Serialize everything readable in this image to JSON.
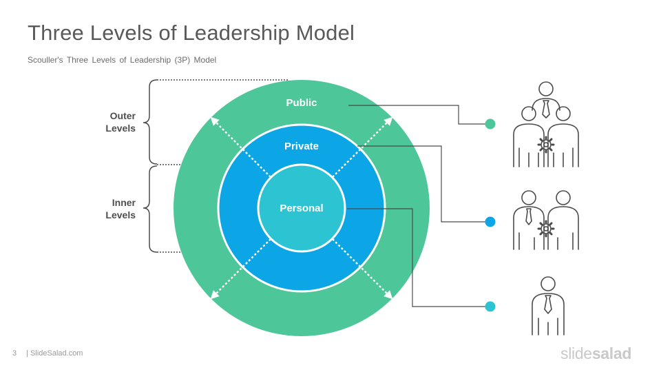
{
  "slide": {
    "title": "Three Levels of Leadership Model",
    "subtitle": "Scouller's Three Levels of Leadership (3P) Model",
    "page_number": "3",
    "footer_site": "| SlideSalad.com",
    "brand_light": "slide",
    "brand_bold": "salad"
  },
  "levels": {
    "outer_line1": "Outer",
    "outer_line2": "Levels",
    "inner_line1": "Inner",
    "inner_line2": "Levels"
  },
  "rings": {
    "public": "Public",
    "private": "Private",
    "personal": "Personal"
  },
  "icons": {
    "public": "team-group-gear-icon",
    "private": "two-people-gear-icon",
    "personal": "single-person-icon"
  },
  "colors": {
    "public": "#4dc799",
    "private": "#0ca6e6",
    "personal": "#2cc4d2",
    "text": "#595959",
    "icon_stroke": "#4a4a4a"
  }
}
